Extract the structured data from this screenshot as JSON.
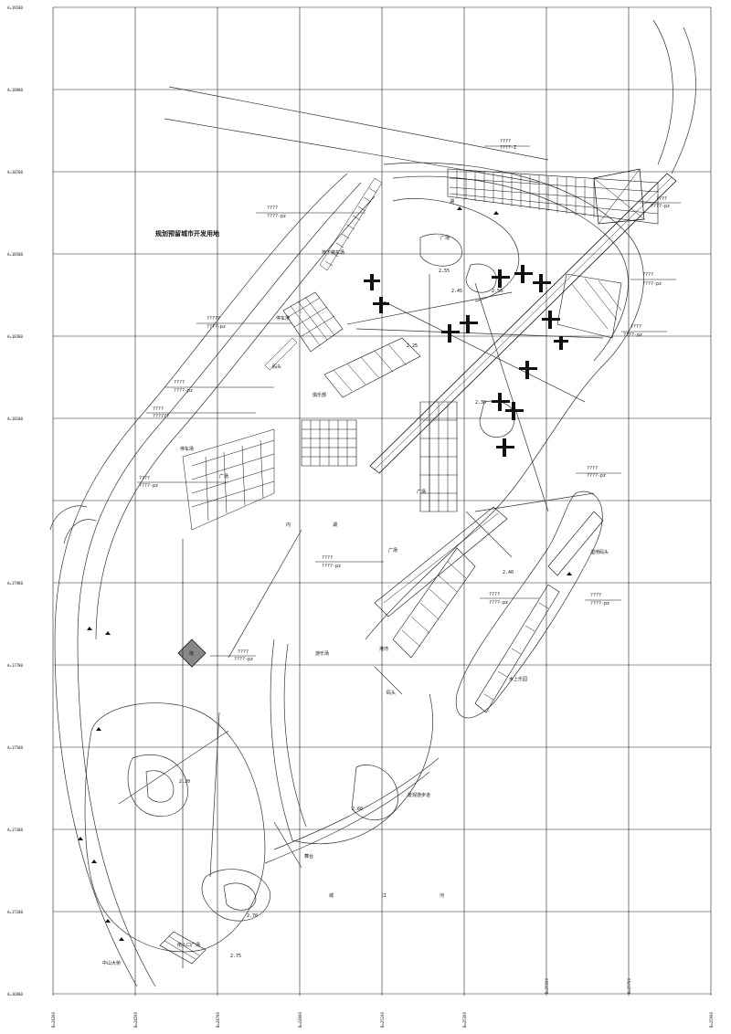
{
  "plan": {
    "reserved_land_label": "规划预留城市开发用地",
    "area_labels": [
      {
        "id": "underground-parking-top",
        "text": "地下停车场"
      },
      {
        "id": "parking",
        "text": "停车场"
      },
      {
        "id": "pier",
        "text": "码头"
      },
      {
        "id": "lake-upper",
        "text": "湖"
      },
      {
        "id": "square-a",
        "text": "广场"
      },
      {
        "id": "parking-west",
        "text": "停车场"
      },
      {
        "id": "plaza-west",
        "text": "广场"
      },
      {
        "id": "inner",
        "text": "内"
      },
      {
        "id": "lake-mid",
        "text": "湖"
      },
      {
        "id": "plaza-mid",
        "text": "广场"
      },
      {
        "id": "plaza-2",
        "text": "广场"
      },
      {
        "id": "club",
        "text": "俱乐部"
      },
      {
        "id": "entertain",
        "text": "游乐场"
      },
      {
        "id": "harbor",
        "text": "港湾"
      },
      {
        "id": "landing",
        "text": "码头"
      },
      {
        "id": "river-1",
        "text": "城"
      },
      {
        "id": "river-2",
        "text": "江"
      },
      {
        "id": "river-3",
        "text": "河"
      },
      {
        "id": "east-island",
        "text": "湿地码头"
      },
      {
        "id": "stage",
        "text": "舞台"
      },
      {
        "id": "south-gate",
        "text": "南入口广场"
      },
      {
        "id": "bridge",
        "text": "中山大桥"
      },
      {
        "id": "landscape",
        "text": "景观游步道"
      },
      {
        "id": "water-park",
        "text": "水上乐园"
      },
      {
        "id": "tower",
        "text": "塔"
      }
    ],
    "code_tags": [
      {
        "id": "tag-1",
        "line1": "????",
        "line2": "????-Z"
      },
      {
        "id": "tag-2",
        "line1": "????",
        "line2": "????-pz"
      },
      {
        "id": "tag-3",
        "line1": "????",
        "line2": "????-pz"
      },
      {
        "id": "tag-4",
        "line1": "?????",
        "line2": "????-pz"
      },
      {
        "id": "tag-5",
        "line1": "????",
        "line2": "????-pz"
      },
      {
        "id": "tag-6",
        "line1": "????",
        "line2": "??????"
      },
      {
        "id": "tag-7",
        "line1": "????",
        "line2": "????-pz"
      },
      {
        "id": "tag-8",
        "line1": "????",
        "line2": "????-pz"
      },
      {
        "id": "tag-9",
        "line1": "????",
        "line2": "????-pz"
      },
      {
        "id": "tag-10",
        "line1": "????",
        "line2": "????-pz"
      },
      {
        "id": "tag-11",
        "line1": "????",
        "line2": "????-pz"
      },
      {
        "id": "tag-12",
        "line1": "????",
        "line2": "????-pz"
      },
      {
        "id": "tag-13",
        "line1": "????",
        "line2": "????-pz"
      },
      {
        "id": "tag-14",
        "line1": "????",
        "line2": "????-pz"
      }
    ],
    "left_axis": [
      "A=19100",
      "A=18900",
      "A=18700",
      "A=18500",
      "A=18300",
      "A=18100",
      "A=17900",
      "A=17700",
      "A=17500",
      "A=17300",
      "A=17100",
      "A=16900"
    ],
    "bottom_axis": [
      "B=24300",
      "B=24500",
      "B=24700",
      "B=24900",
      "B=25100",
      "B=25300",
      "B=25500",
      "B=25700",
      "B=25900"
    ],
    "elevations": [
      "2.55",
      "2.50",
      "2.30",
      "2.25",
      "2.20",
      "2.70",
      "2.60",
      "2.40",
      "2.75",
      "2.45"
    ]
  }
}
